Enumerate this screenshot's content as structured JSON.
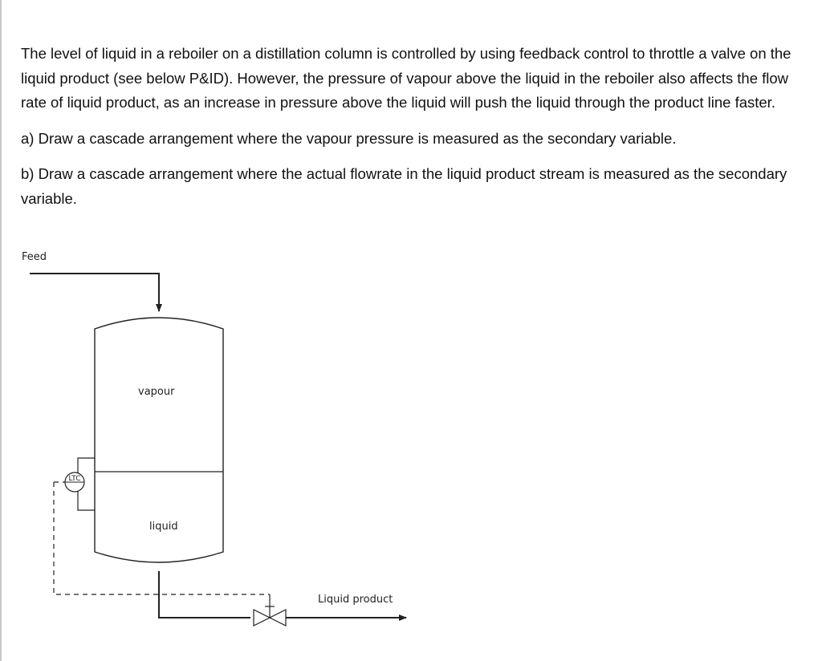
{
  "question": {
    "intro": "The level of liquid in a reboiler on a distillation column is controlled by using feedback control to throttle a valve on the liquid product (see below P&ID). However, the pressure of vapour above the liquid in the reboiler also affects the flow rate of liquid product, as an increase in pressure above the liquid will push the liquid through the product line faster.",
    "part_a": "a) Draw a cascade arrangement where the vapour pressure is measured as the secondary variable.",
    "part_b": "b) Draw a cascade arrangement where the actual flowrate in the liquid product stream is measured as the secondary variable."
  },
  "diagram": {
    "feed_label": "Feed",
    "vapour_label": "vapour",
    "liquid_label": "liquid",
    "controller_label": "LTC",
    "product_label": "Liquid product"
  },
  "colors": {
    "line": "#222222",
    "text": "#111111"
  }
}
